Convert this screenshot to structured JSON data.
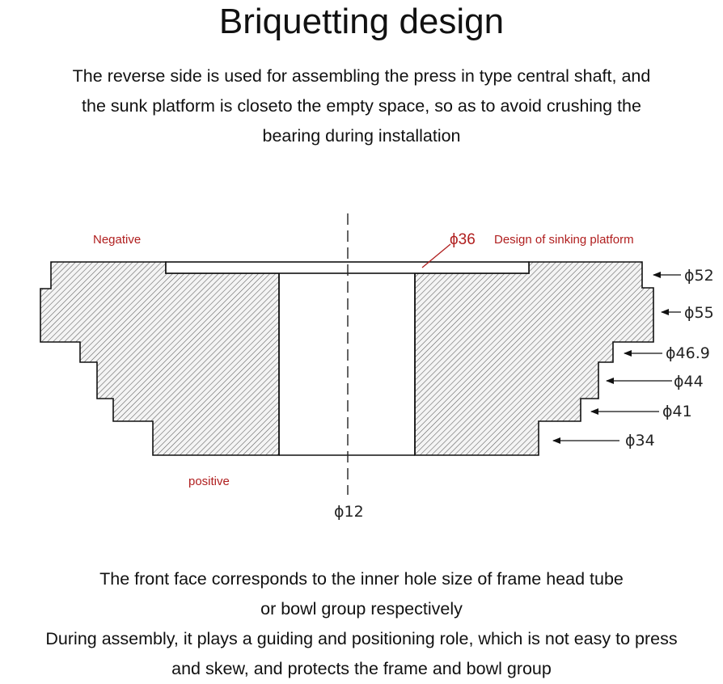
{
  "title": "Briquetting design",
  "intro": [
    "The reverse side is used for assembling the press in type central shaft, and",
    "the sunk platform is closeto the empty space, so as to avoid crushing the",
    "bearing during installation"
  ],
  "outro": [
    "The front face corresponds to the inner hole size of frame head tube",
    "or bowl group respectively",
    "During assembly, it plays a guiding and positioning role, which is not easy to press",
    "and skew, and protects the frame and bowl group"
  ],
  "diagram": {
    "label_negative": "Negative",
    "label_positive": "positive",
    "sink_dim": "ϕ36",
    "sink_label": "Design of sinking platform",
    "bore_dim": "ϕ12",
    "dims": [
      "ϕ52",
      "ϕ55",
      "ϕ46.9",
      "ϕ44",
      "ϕ41",
      "ϕ34"
    ],
    "colors": {
      "accent_red": "#b01e1e",
      "line": "#111111",
      "hatch": "#555555"
    }
  }
}
